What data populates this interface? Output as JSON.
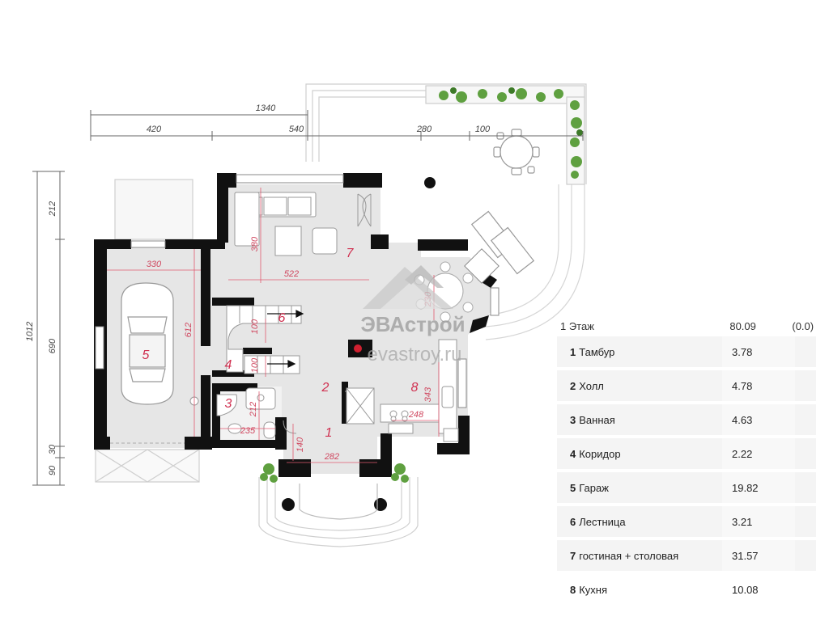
{
  "plan": {
    "dims": {
      "total_width": "1340",
      "w420": "420",
      "w540": "540",
      "w280": "280",
      "w100": "100",
      "total_height": "1012",
      "h212": "212",
      "h690": "690",
      "h30": "30",
      "h90": "90",
      "r330": "330",
      "r612": "612",
      "r380": "380",
      "r522": "522",
      "r100a": "100",
      "r100b": "100",
      "r212": "212",
      "r235": "235",
      "r140": "140",
      "r282": "282",
      "r343": "343",
      "r248": "248",
      "r230": "230"
    },
    "rooms": [
      "1",
      "2",
      "3",
      "4",
      "5",
      "6",
      "7",
      "8"
    ],
    "watermark": {
      "brand": "ЭВАстрой",
      "site": "evastroy.ru"
    },
    "colors": {
      "wall": "#111111",
      "floor": "#e6e6e6",
      "dim_line": "#666666",
      "room_dim": "#e05a70",
      "room_label": "#d03050"
    }
  },
  "legend": {
    "header": {
      "floor": "1 Этаж",
      "total": "80.09",
      "extra": "(0.0)"
    },
    "rows": [
      {
        "num": "1",
        "name": "Тамбур",
        "area": "3.78"
      },
      {
        "num": "2",
        "name": "Холл",
        "area": "4.78"
      },
      {
        "num": "3",
        "name": "Ванная",
        "area": "4.63"
      },
      {
        "num": "4",
        "name": "Коридор",
        "area": "2.22"
      },
      {
        "num": "5",
        "name": "Гараж",
        "area": "19.82"
      },
      {
        "num": "6",
        "name": "Лестница",
        "area": "3.21"
      },
      {
        "num": "7",
        "name": "гостиная + столовая",
        "area": "31.57"
      },
      {
        "num": "8",
        "name": "Кухня",
        "area": "10.08"
      }
    ]
  }
}
